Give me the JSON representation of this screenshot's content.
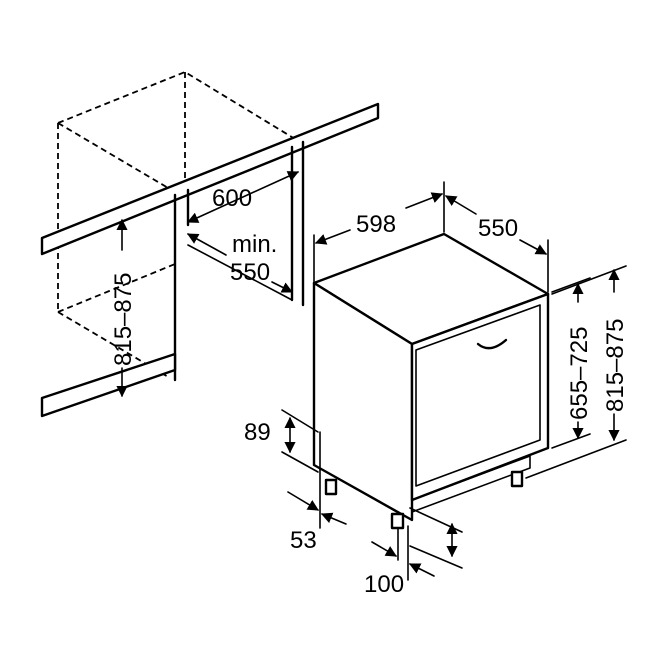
{
  "dimensions": {
    "niche_width": "600",
    "niche_depth_prefix": "min.",
    "niche_depth": "550",
    "niche_height": "815–875",
    "appliance_width": "598",
    "appliance_depth": "550",
    "door_height": "655–725",
    "appliance_height": "815–875",
    "plinth_height": "89",
    "plinth_setback": "53",
    "door_gap": "100"
  }
}
